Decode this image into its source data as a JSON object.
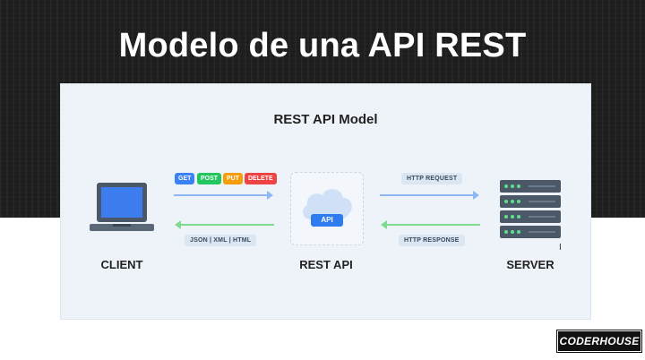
{
  "slide": {
    "title": "Modelo de una API REST"
  },
  "diagram": {
    "title": "REST API Model",
    "client_label": "CLIENT",
    "api_label": "REST API",
    "server_label": "SERVER",
    "api_badge": "API",
    "methods": [
      {
        "label": "GET",
        "color": "#3b82f6"
      },
      {
        "label": "POST",
        "color": "#22c55e"
      },
      {
        "label": "PUT",
        "color": "#f59e0b"
      },
      {
        "label": "DELETE",
        "color": "#ef4444"
      }
    ],
    "formats": "JSON | XML | HTML",
    "http_request": "HTTP REQUEST",
    "http_response": "HTTP RESPONSE",
    "arrow_color_blue": "#8db8f2",
    "arrow_color_green": "#7fd98f"
  },
  "brand": {
    "logo": "CODERHOUSE"
  }
}
